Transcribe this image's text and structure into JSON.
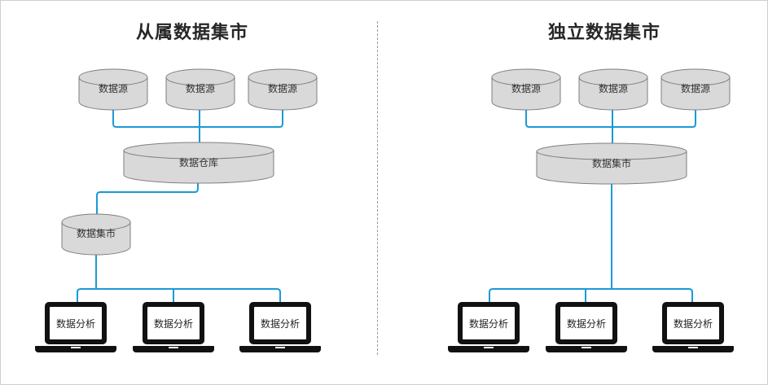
{
  "left": {
    "title": "从属数据集市",
    "sources": [
      "数据源",
      "数据源",
      "数据源"
    ],
    "warehouse": "数据仓库",
    "mart": "数据集市",
    "analytics": [
      "数据分析",
      "数据分析",
      "数据分析"
    ]
  },
  "right": {
    "title": "独立数据集市",
    "sources": [
      "数据源",
      "数据源",
      "数据源"
    ],
    "mart": "数据集市",
    "analytics": [
      "数据分析",
      "数据分析",
      "数据分析"
    ]
  },
  "colors": {
    "connector": "#1a9ad6",
    "cylinder_fill": "#d9d9d9",
    "cylinder_stroke": "#7f7f7f",
    "laptop": "#111111"
  }
}
